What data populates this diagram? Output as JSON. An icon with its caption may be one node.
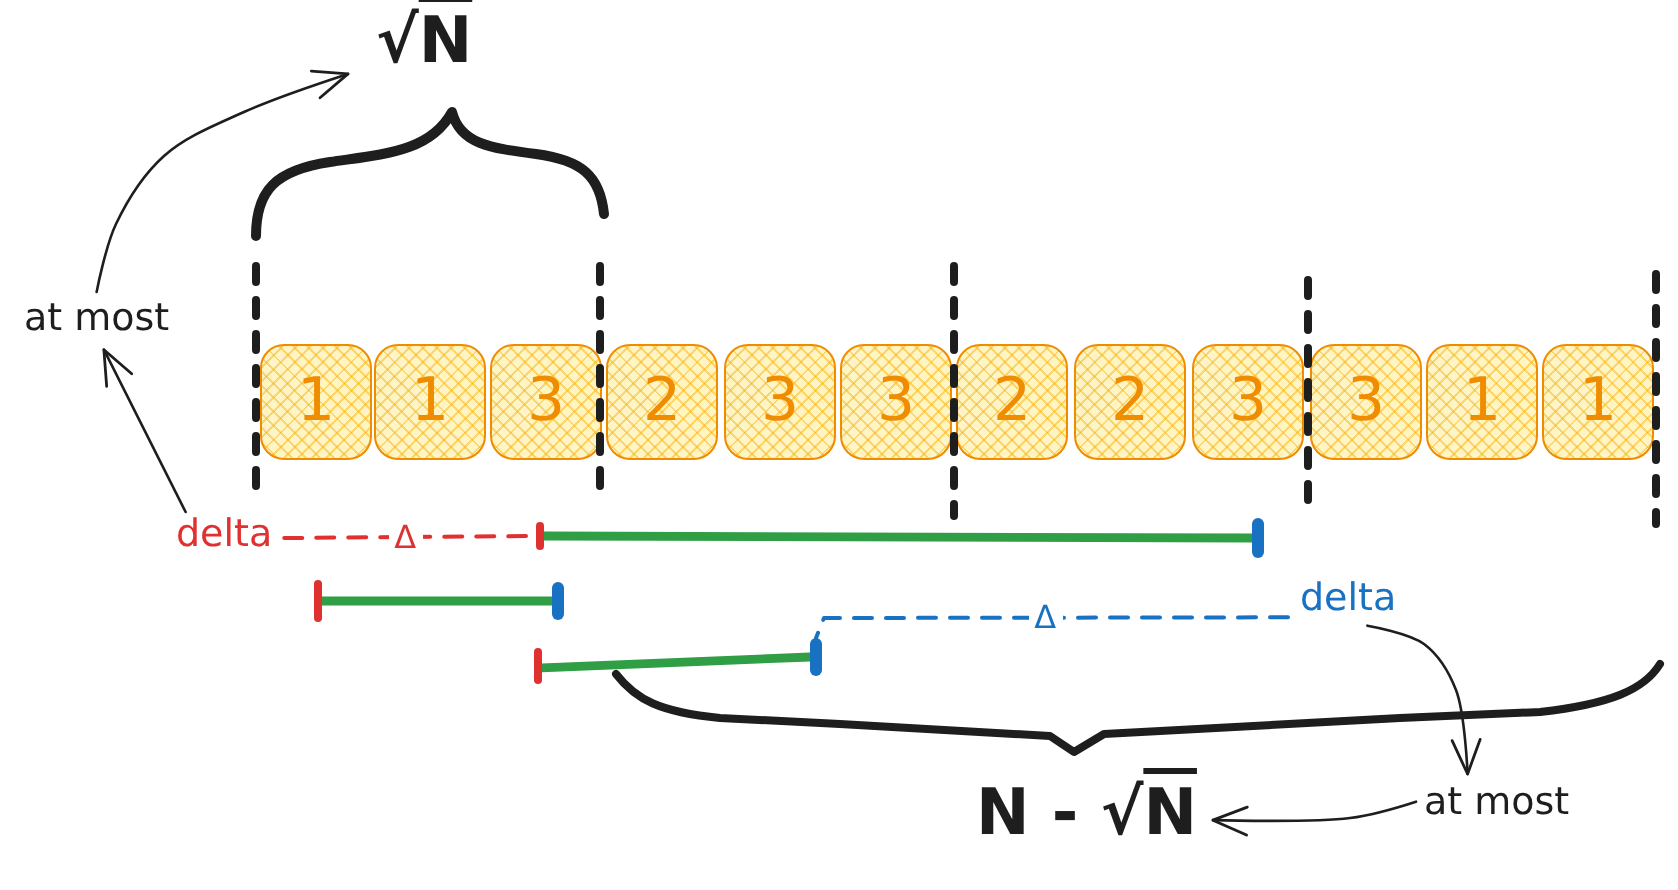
{
  "diagram": {
    "nodes": [
      {
        "text": [
          "√N"
        ]
      },
      {
        "text": [
          "at most"
        ]
      },
      {
        "text": [
          "1"
        ]
      },
      {
        "text": [
          "1"
        ]
      },
      {
        "text": [
          "3"
        ]
      },
      {
        "text": [
          "2"
        ]
      },
      {
        "text": [
          "3"
        ]
      },
      {
        "text": [
          "3"
        ]
      },
      {
        "text": [
          "2"
        ]
      },
      {
        "text": [
          "2"
        ]
      },
      {
        "text": [
          "3"
        ]
      },
      {
        "text": [
          "3"
        ]
      },
      {
        "text": [
          "1"
        ]
      },
      {
        "text": [
          "1"
        ]
      },
      {
        "text": [
          "delta"
        ]
      },
      {
        "text": [],
        "shape": "bar"
      },
      {
        "text": [],
        "shape": "bar"
      },
      {
        "text": [],
        "shape": "bar"
      },
      {
        "text": [],
        "shape": "bar"
      },
      {
        "text": [
          "delta"
        ]
      },
      {
        "text": [],
        "shape": "bar"
      },
      {
        "text": [],
        "shape": "bar"
      },
      {
        "text": [
          "N - √N"
        ]
      },
      {
        "text": [
          "at most"
        ]
      }
    ],
    "edges": [
      {
        "from": 14,
        "to": 1,
        "arrow": "to"
      },
      {
        "from": 1,
        "to": 0,
        "arrow": "to"
      },
      {
        "from": 14,
        "to": 15,
        "arrow": "none",
        "label": "Δ",
        "style": "dashed",
        "color": "#e03131"
      },
      {
        "from": 15,
        "to": 16,
        "arrow": "none",
        "style": "thick",
        "color": "#2f9e44"
      },
      {
        "from": 17,
        "to": 18,
        "arrow": "none",
        "style": "thick",
        "color": "#2f9e44"
      },
      {
        "from": 20,
        "to": 21,
        "arrow": "none",
        "style": "thick",
        "color": "#2f9e44"
      },
      {
        "from": 19,
        "to": 21,
        "arrow": "none",
        "label": "Δ",
        "style": "dashed",
        "color": "#1971c2"
      },
      {
        "from": 19,
        "to": 23,
        "arrow": "to"
      },
      {
        "from": 23,
        "to": 22,
        "arrow": "to"
      }
    ]
  }
}
